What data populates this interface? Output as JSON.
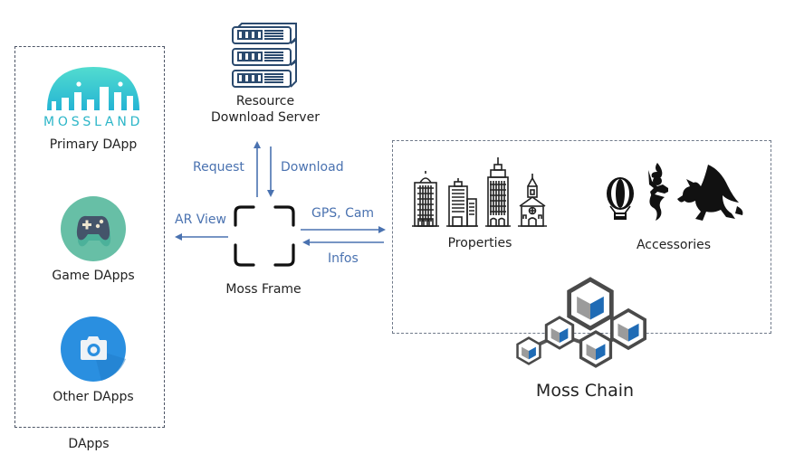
{
  "diagram": {
    "dapps_group": {
      "label": "DApps",
      "items": [
        {
          "icon": "mossland-logo-icon",
          "logo_text": "MOSSLAND",
          "label": "Primary DApp"
        },
        {
          "icon": "gamepad-icon",
          "label": "Game DApps"
        },
        {
          "icon": "camera-icon",
          "label": "Other DApps"
        }
      ]
    },
    "server": {
      "icon": "server-rack-icon",
      "label_line1": "Resource",
      "label_line2": "Download Server"
    },
    "moss_frame": {
      "icon": "frame-corners-icon",
      "label": "Moss Frame"
    },
    "flows": {
      "request": "Request",
      "download": "Download",
      "ar_view": "AR View",
      "gps_cam": "GPS, Cam",
      "infos": "Infos"
    },
    "assets_group": {
      "properties": {
        "label": "Properties",
        "icons": [
          "domed-tower-icon",
          "office-building-icon",
          "skyscraper-icon",
          "church-icon"
        ]
      },
      "accessories": {
        "label": "Accessories",
        "icons": [
          "hot-air-balloon-icon",
          "genie-icon",
          "dragon-icon"
        ]
      }
    },
    "moss_chain": {
      "icon": "blockchain-cubes-icon",
      "label": "Moss Chain"
    },
    "colors": {
      "flow_arrow": "#4a72b0",
      "mossland_teal": "#3cc8c8",
      "game_circle": "#67bfa6",
      "game_pad": "#44546a",
      "camera_circle": "#2a8fe0",
      "cube_blue": "#1f6bb5",
      "cube_gray": "#9a9a9a",
      "dashed_border": "#555e6e"
    }
  }
}
